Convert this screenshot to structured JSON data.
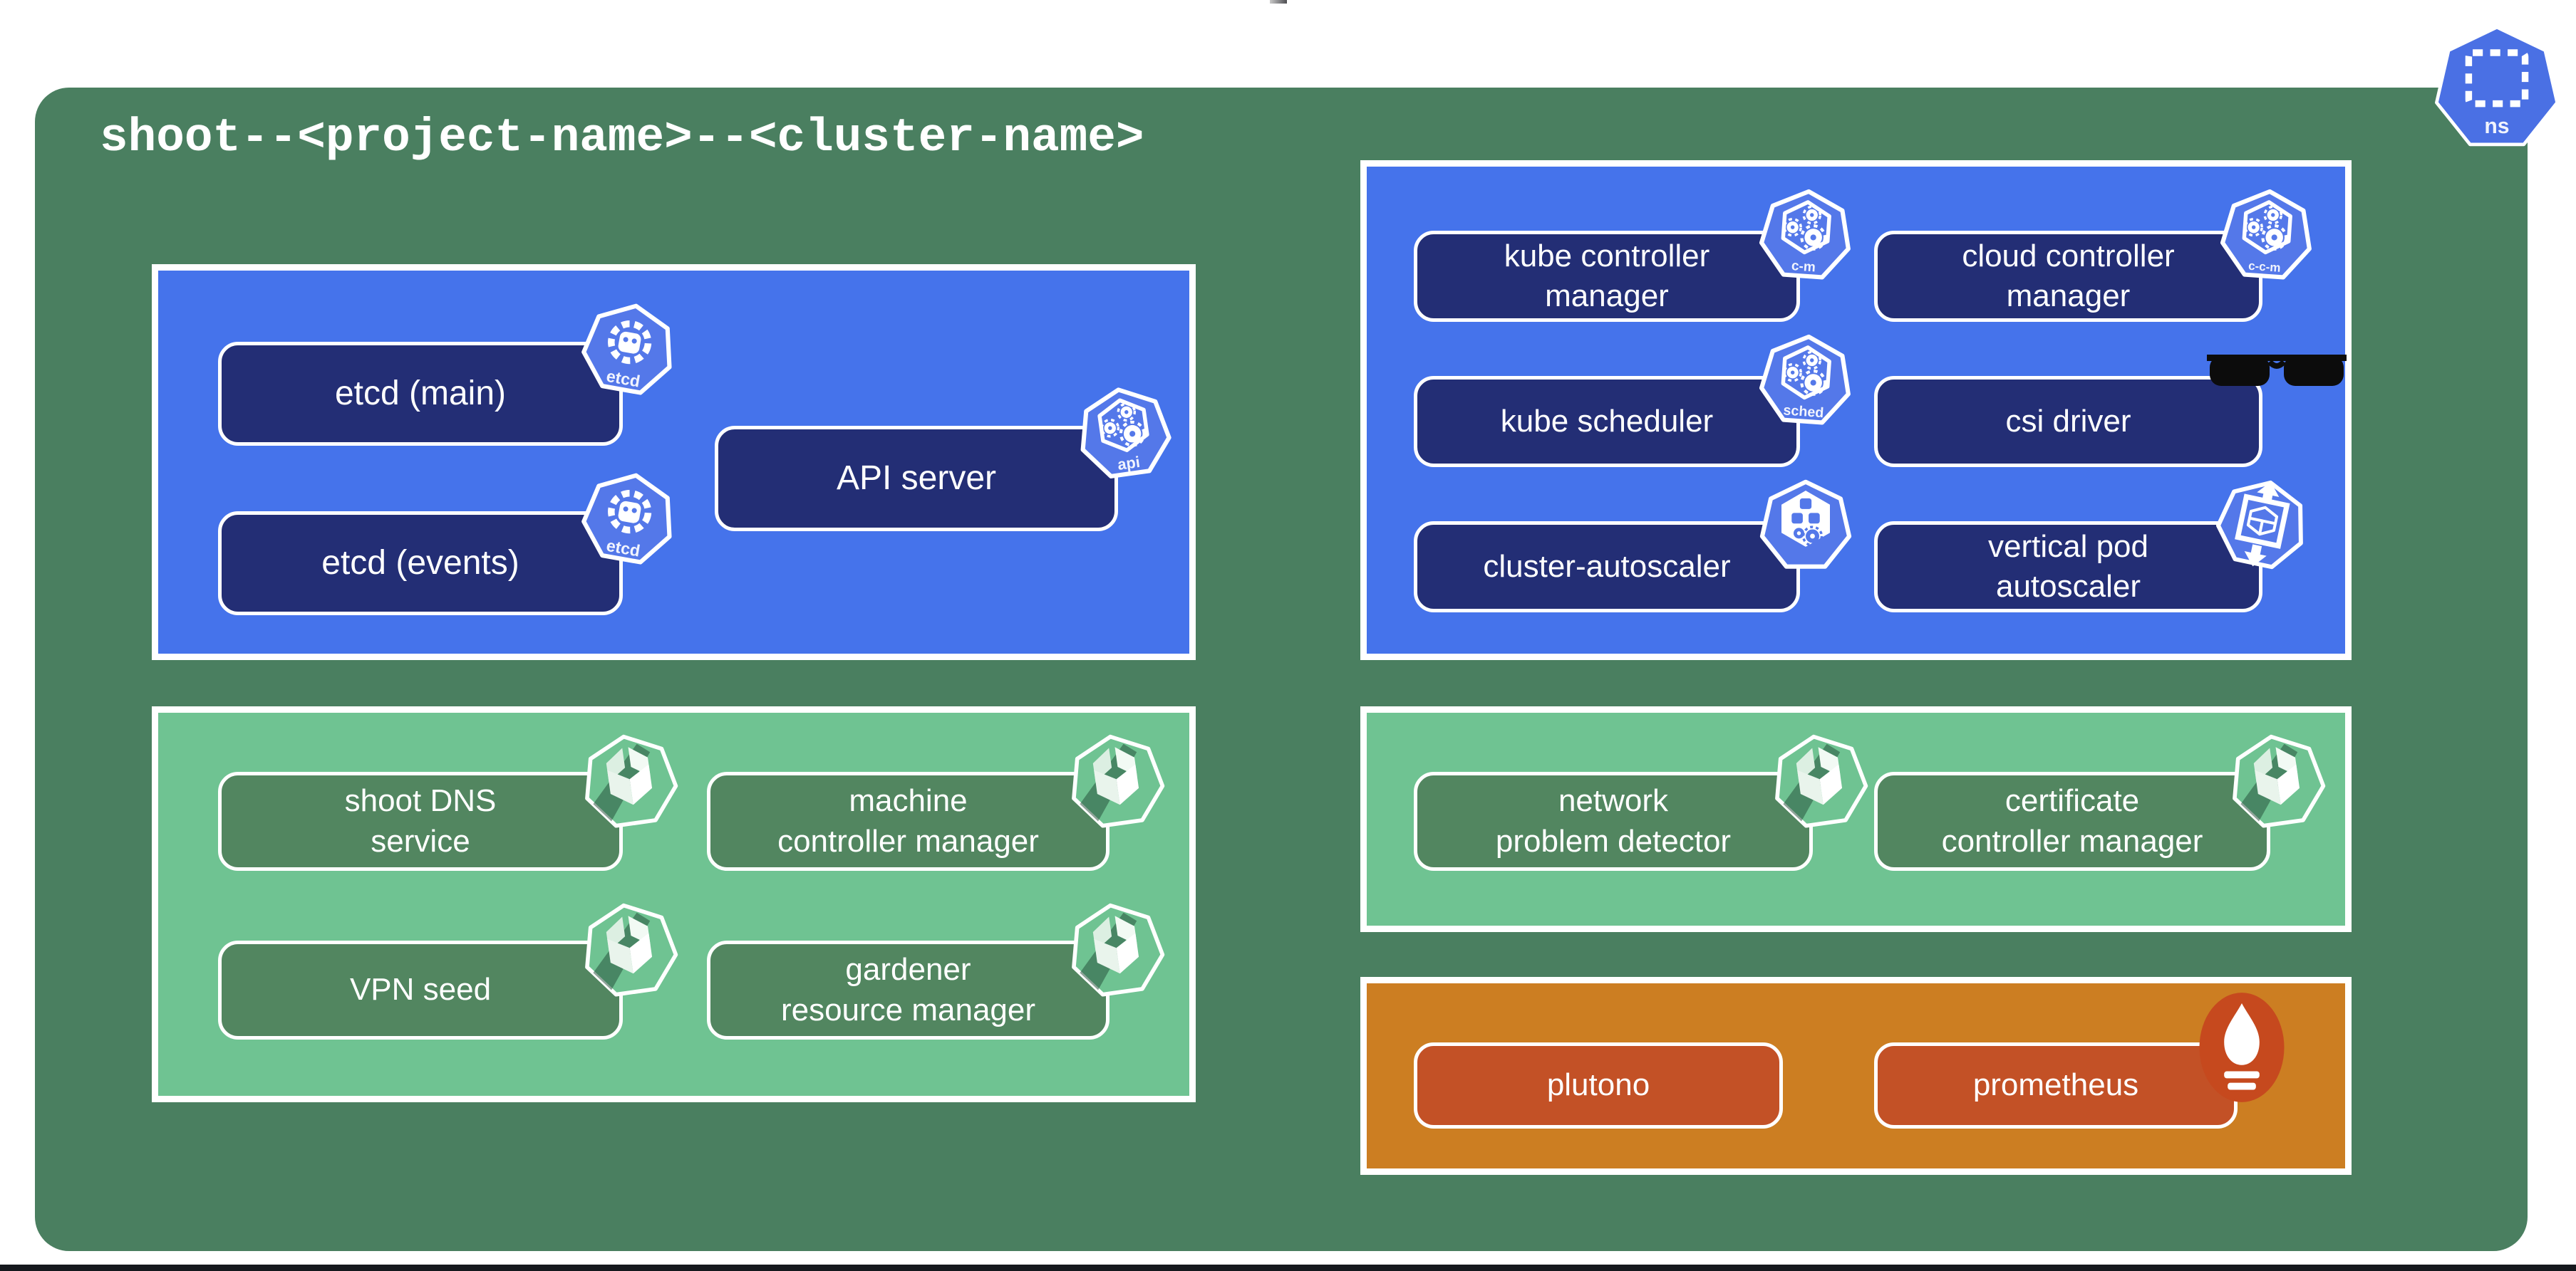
{
  "title": "shoot--<project-name>--<cluster-name>",
  "namespace_icon": {
    "label": "ns"
  },
  "boxes": {
    "etcd_main": {
      "label": "etcd (main)"
    },
    "api_server": {
      "label": "API server"
    },
    "etcd_events": {
      "label": "etcd (events)"
    },
    "kube_controller_manager": {
      "label": "kube controller\nmanager"
    },
    "cloud_controller_manager": {
      "label": "cloud controller\nmanager"
    },
    "kube_scheduler": {
      "label": "kube scheduler"
    },
    "csi_driver": {
      "label": "csi driver"
    },
    "cluster_autoscaler": {
      "label": "cluster-autoscaler"
    },
    "vertical_pod_autoscaler": {
      "label": "vertical pod\nautoscaler"
    },
    "shoot_dns_service": {
      "label": "shoot DNS\nservice"
    },
    "machine_controller_manager": {
      "label": "machine\ncontroller manager"
    },
    "vpn_seed": {
      "label": "VPN seed"
    },
    "gardener_resource_manager": {
      "label": "gardener\nresource manager"
    },
    "network_problem_detector": {
      "label": "network\nproblem detector"
    },
    "certificate_controller_manager": {
      "label": "certificate\ncontroller manager"
    },
    "plutono": {
      "label": "plutono"
    },
    "prometheus": {
      "label": "prometheus"
    }
  },
  "icon_labels": {
    "etcd": "etcd",
    "api": "api",
    "cm": "c-m",
    "ccm": "c-c-m",
    "sched": "sched"
  },
  "colors": {
    "container_green": "#4a7f60",
    "panel_blue": "#4573eb",
    "box_navy": "#232e75",
    "panel_light_green": "#6fc392",
    "box_green": "#528660",
    "panel_orange": "#cc7e22",
    "box_rust": "#c35126",
    "prometheus_red": "#c6491e",
    "icon_blue": "#5478e9",
    "namespace_icon_blue": "#4a70e4"
  }
}
